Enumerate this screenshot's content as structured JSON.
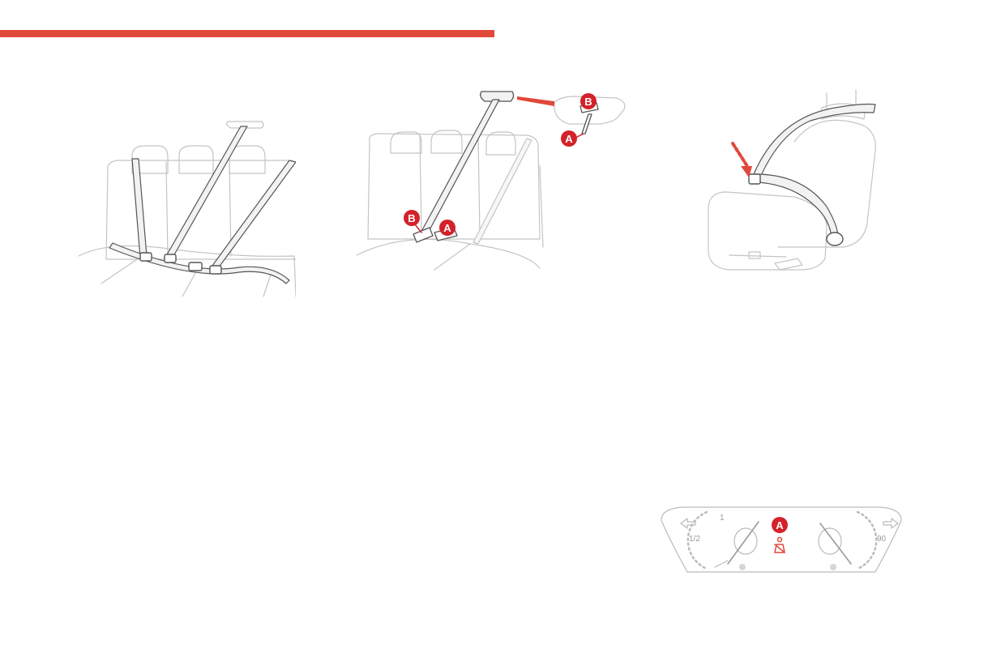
{
  "colors": {
    "accent": "#e1483a",
    "callout": "#d3222a",
    "line": "#b8b8b8",
    "strap": "#555555",
    "strap_fill": "#f2f2f2"
  },
  "callouts": {
    "a": "A",
    "b": "B"
  },
  "dashboard": {
    "left_marks": [
      "1",
      "1/2"
    ],
    "right_marks": [
      "90"
    ],
    "callout": "A",
    "left_arrow_icon": "arrow-left-icon",
    "right_arrow_icon": "arrow-right-icon",
    "warning_icon": "seatbelt-warning-icon"
  }
}
